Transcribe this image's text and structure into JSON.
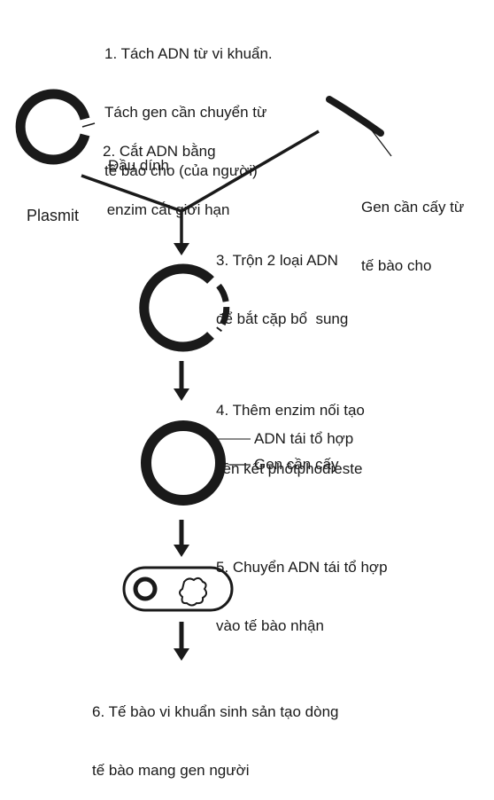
{
  "steps": {
    "step1": [
      "1. Tách ADN từ vi khuẩn.",
      "Tách gen cần chuyển từ",
      "tế bào cho (của người)"
    ],
    "step2": [
      "2. Cắt ADN bằng",
      " enzim cắt giới hạn"
    ],
    "step3": [
      "3. Trộn 2 loại ADN",
      "để bắt cặp bổ  sung"
    ],
    "step4": [
      "4. Thêm enzim nối tạo",
      "liên kết phôtphođieste"
    ],
    "step5": [
      "5. Chuyển ADN tái tổ hợp",
      "vào tế bào nhận"
    ],
    "step6": [
      "6. Tế bào vi khuẩn sinh sản tạo dòng",
      "tế bào mang gen người"
    ]
  },
  "labels": {
    "sticky_end": "Đầu dính",
    "plasmid": "Plasmit",
    "donor_gene": [
      "Gen cần cấy từ",
      "tế bào cho"
    ],
    "recombinant_dna": "ADN tái tổ hợp",
    "target_gene": "Gen cần cấy"
  }
}
